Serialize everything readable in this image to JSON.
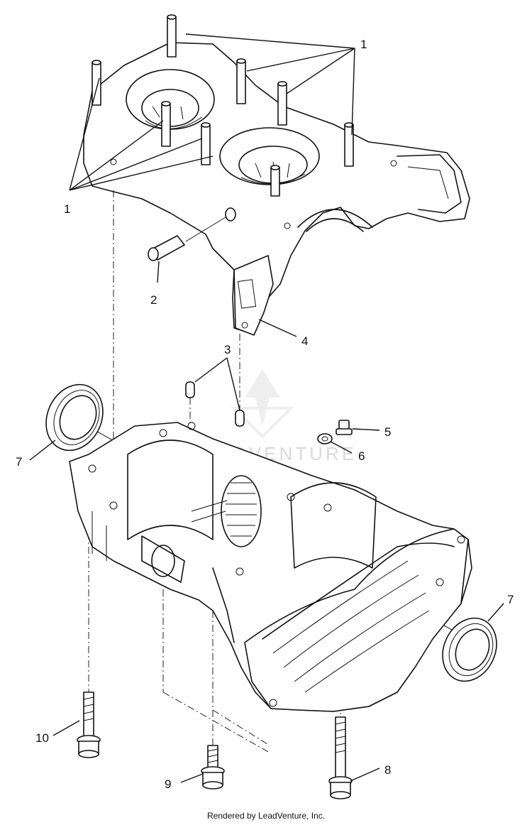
{
  "callouts": {
    "c1a": "1",
    "c1b": "1",
    "c2": "2",
    "c3": "3",
    "c4": "4",
    "c5": "5",
    "c6": "6",
    "c7a": "7",
    "c7b": "7",
    "c8": "8",
    "c9": "9",
    "c10": "10"
  },
  "watermark": "LEADVENTURE",
  "footer": "Rendered by LeadVenture, Inc."
}
